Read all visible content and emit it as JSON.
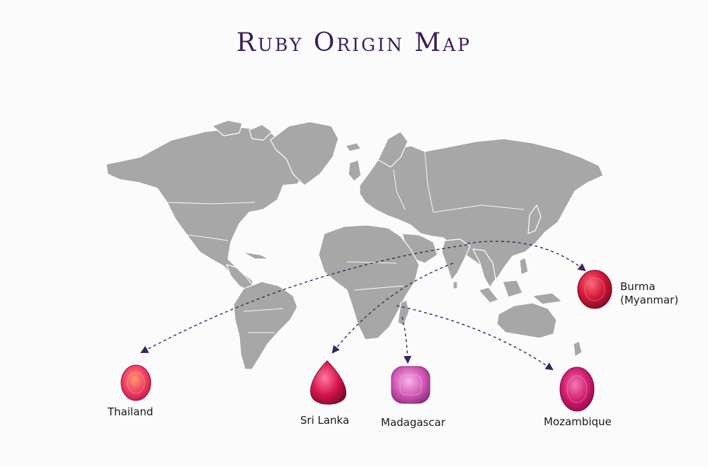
{
  "title": "Ruby Origin Map",
  "colors": {
    "land": "#a7a7a7",
    "border": "#ffffff",
    "arrow": "#3a2462",
    "title": "#3b1d5a"
  },
  "origins": [
    {
      "id": "burma",
      "label_line1": "Burma",
      "label_line2": "(Myanmar)",
      "gem_shape": "oval",
      "gem_color": "#d0183a"
    },
    {
      "id": "thailand",
      "label_line1": "Thailand",
      "gem_shape": "oval",
      "gem_color": "#f0446a"
    },
    {
      "id": "sri-lanka",
      "label_line1": "Sri Lanka",
      "gem_shape": "pear",
      "gem_color": "#d8154e"
    },
    {
      "id": "madagascar",
      "label_line1": "Madagascar",
      "gem_shape": "cushion",
      "gem_color": "#d45ab8"
    },
    {
      "id": "mozambique",
      "label_line1": "Mozambique",
      "gem_shape": "oval",
      "gem_color": "#d01a6e"
    }
  ]
}
